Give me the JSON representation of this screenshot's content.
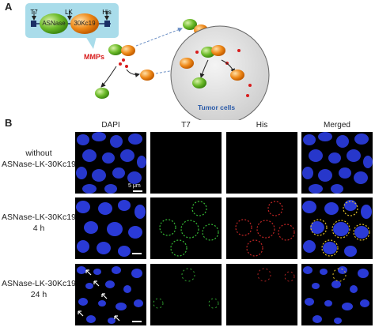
{
  "panel_a": {
    "letter": "A",
    "construct": {
      "t7": "T7",
      "lk": "LK",
      "his": "His",
      "asnase": "ASNase",
      "kc19": "30Kc19"
    },
    "mmps": "MMPs",
    "tumor": "Tumor cells"
  },
  "panel_b": {
    "letter": "B",
    "columns": [
      "DAPI",
      "T7",
      "His",
      "Merged"
    ],
    "rows": [
      {
        "line1": "without",
        "line2": "ASNase-LK-30Kc19",
        "line3": ""
      },
      {
        "line1": "ASNase-LK-30Kc19",
        "line2": "4 h",
        "line3": ""
      },
      {
        "line1": "ASNase-LK-30Kc19",
        "line2": "24 h",
        "line3": ""
      }
    ],
    "scale_label": "5 μm"
  },
  "colors": {
    "dapi": "#1f2fd6",
    "t7": "#3bcc3b",
    "his": "#d42a2a",
    "green_ball": "#6dbb2a",
    "orange_ball": "#ef8a1a",
    "cell_bg": "#e6e6e6",
    "bubble": "#a9dcea"
  }
}
